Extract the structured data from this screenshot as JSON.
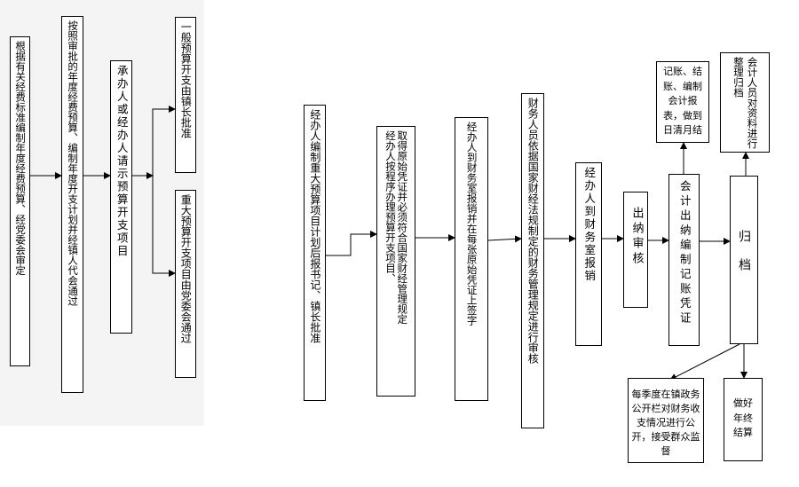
{
  "left_flow": {
    "box1": "根据有关经费标准编制年度经费预算、经党委会审定",
    "box2": "按照审批的年度经费预算、编制年度开支计划并经镇人代会通过",
    "box3": "承办人或经办人请示预算开支项目",
    "box4": "一般预算开支由镇长批准",
    "box5": "重大预算开支项目由党委会通过"
  },
  "right_flow": {
    "box1": "经办人编制重大预算项目计划后报书记、镇长批准",
    "box2_col1": "经办人按程序办理预算开支项目、",
    "box2_col2": "取得原始凭证并必须符合国家财经管理规定",
    "box3": "经办人到财务室报销并在每张原始凭证上签字",
    "box4": "财务人员依据国家财经法规制定的财务管理规定进行审核",
    "box5": "经办人到财务室报销",
    "box6": "出纳审核",
    "box7": "会计出纳编制记账凭证",
    "box8": "归档",
    "box9": "记账、结账、编制会计报表，做到日清月结",
    "box10": "会计人员对资料进行整理归档",
    "box11": "每季度在镇政务公开栏对财务收支情况进行公开，接受群众监督",
    "box12": "做好年终结算"
  }
}
